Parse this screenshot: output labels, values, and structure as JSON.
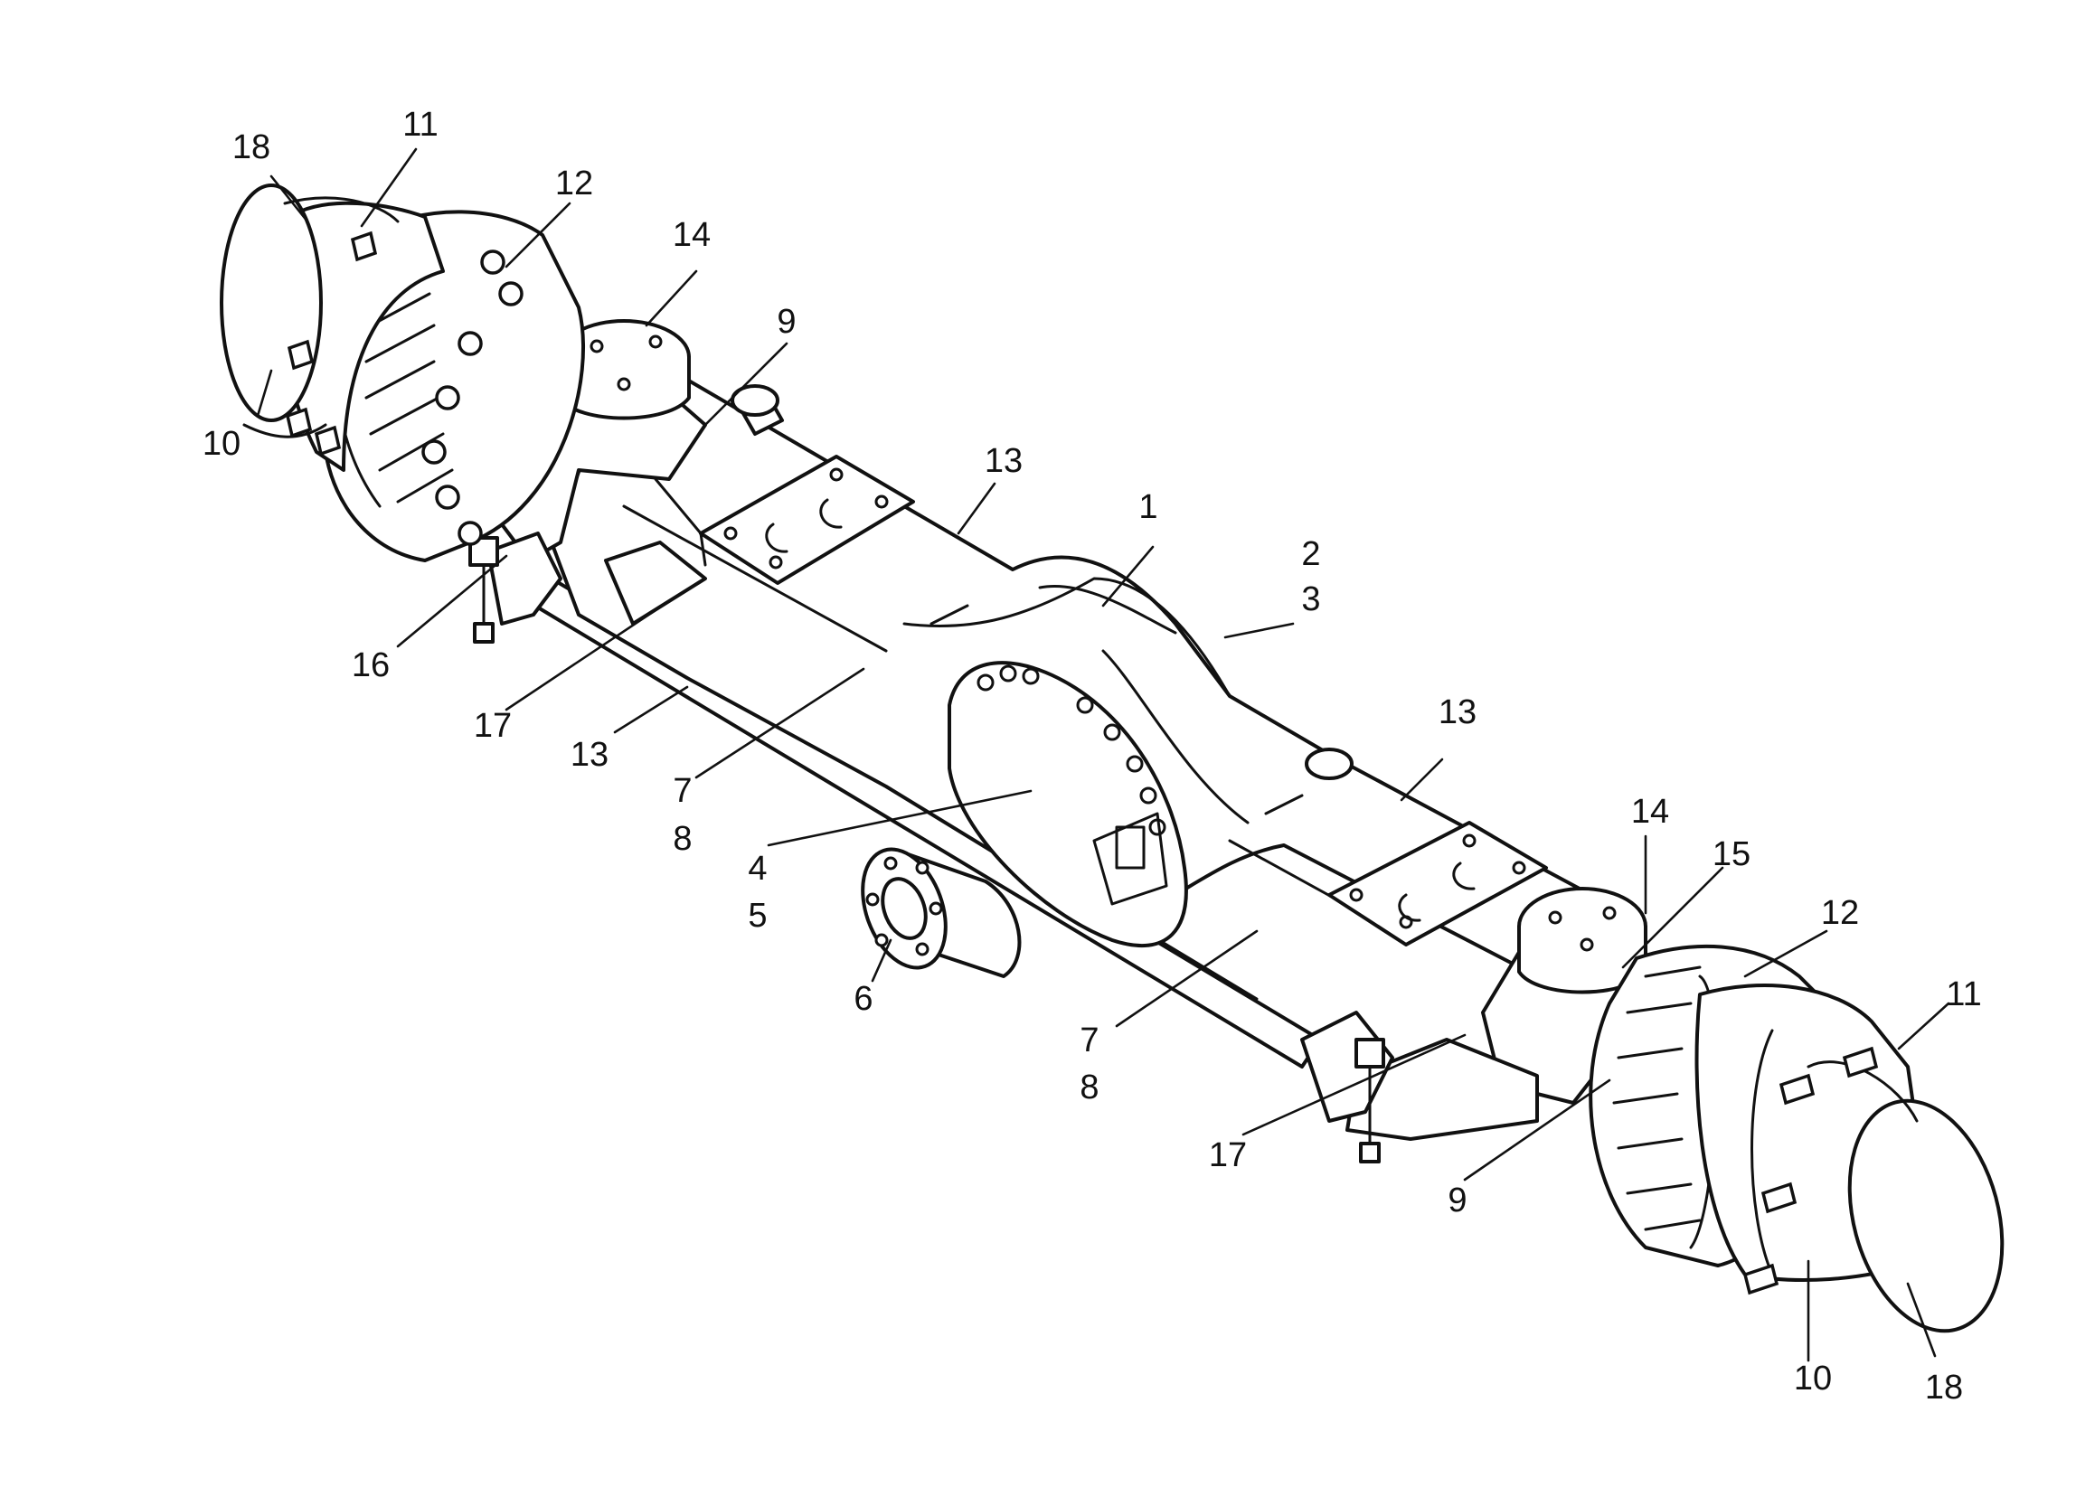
{
  "callouts": [
    {
      "text": "18"
    },
    {
      "text": "11"
    },
    {
      "text": "12"
    },
    {
      "text": "14"
    },
    {
      "text": "9"
    },
    {
      "text": "10"
    },
    {
      "text": "13"
    },
    {
      "text": "1"
    },
    {
      "text": "2"
    },
    {
      "text": "3"
    },
    {
      "text": "16"
    },
    {
      "text": "17"
    },
    {
      "text": "13"
    },
    {
      "text": "7"
    },
    {
      "text": "8"
    },
    {
      "text": "4"
    },
    {
      "text": "5"
    },
    {
      "text": "6"
    },
    {
      "text": "13"
    },
    {
      "text": "14"
    },
    {
      "text": "15"
    },
    {
      "text": "12"
    },
    {
      "text": "11"
    },
    {
      "text": "7"
    },
    {
      "text": "8"
    },
    {
      "text": "17"
    },
    {
      "text": "9"
    },
    {
      "text": "10"
    },
    {
      "text": "18"
    }
  ]
}
